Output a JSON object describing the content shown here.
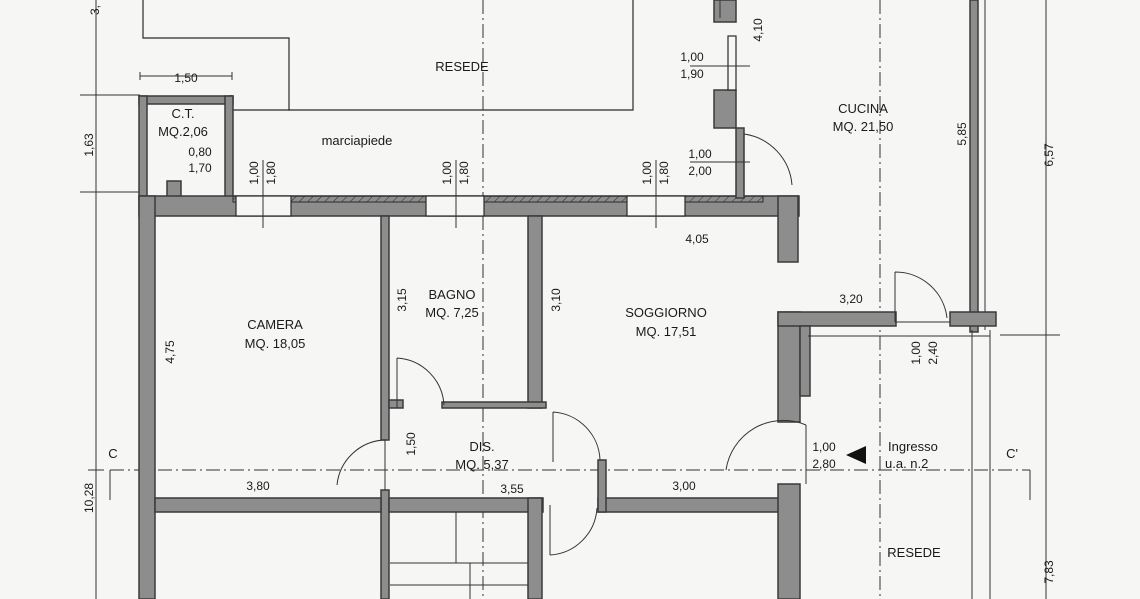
{
  "rooms": {
    "resede_top": "RESEDE",
    "marciapiede": "marciapiede",
    "ct_name": "C.T.",
    "ct_area": "MQ.2,06",
    "cucina_name": "CUCINA",
    "cucina_area": "MQ. 21,50",
    "bagno_name": "BAGNO",
    "bagno_area": "MQ. 7,25",
    "camera_name": "CAMERA",
    "camera_area": "MQ. 18,05",
    "soggiorno_name": "SOGGIORNO",
    "soggiorno_area": "MQ. 17,51",
    "dis_name": "DIS.",
    "dis_area": "MQ. 5,37",
    "ingresso_name": "Ingresso",
    "ingresso_unit": "u.a. n.2",
    "resede_right": "RESEDE"
  },
  "dimensions": {
    "left_3": "3,",
    "left_163": "1,63",
    "left_1028": "10,28",
    "top_150": "1,50",
    "ct_080": "0,80",
    "ct_170": "1,70",
    "w1_100": "1,00",
    "w1_180": "1,80",
    "w2_100": "1,00",
    "w2_180": "1,80",
    "w3_100": "1,00",
    "w3_180": "1,80",
    "win_top_100": "1,00",
    "win_top_190": "1,90",
    "door_k_100": "1,00",
    "door_k_200": "2,00",
    "d_410": "4,10",
    "d_585": "5,85",
    "d_657": "6,57",
    "d_405": "4,05",
    "d_320": "3,20",
    "d_315": "3,15",
    "d_310": "3,10",
    "d_475": "4,75",
    "d_150": "1,50",
    "d_380": "3,80",
    "d_355": "3,55",
    "d_300": "3,00",
    "d_ing_100": "1,00",
    "d_ing_280": "2,80",
    "d_240_a": "1,00",
    "d_240_b": "2,40",
    "d_783": "7,83"
  },
  "section": {
    "left": "C",
    "right": "C'"
  }
}
